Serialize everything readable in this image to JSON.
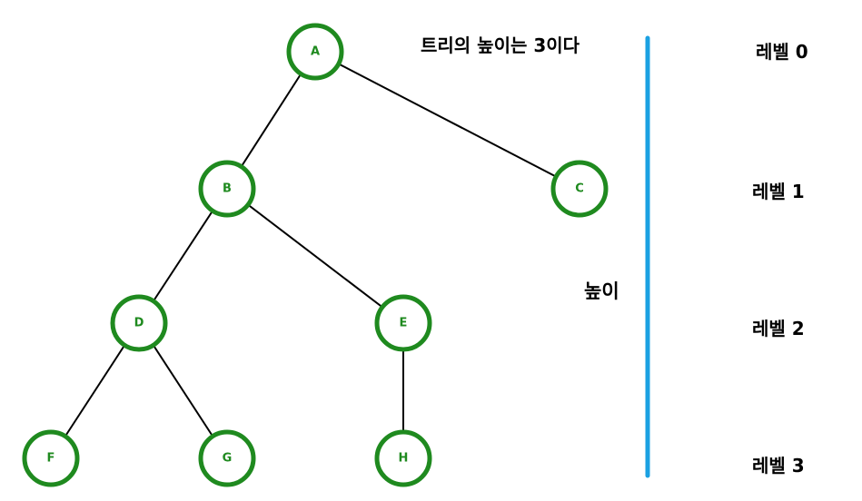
{
  "colors": {
    "node_stroke": "#1f8a1f",
    "node_text": "#1f8a1f",
    "edge": "#000000",
    "height_bar": "#1ba1e2"
  },
  "tree": {
    "nodes": [
      {
        "id": "A",
        "label": "A"
      },
      {
        "id": "B",
        "label": "B"
      },
      {
        "id": "C",
        "label": "C"
      },
      {
        "id": "D",
        "label": "D"
      },
      {
        "id": "E",
        "label": "E"
      },
      {
        "id": "F",
        "label": "F"
      },
      {
        "id": "G",
        "label": "G"
      },
      {
        "id": "H",
        "label": "H"
      }
    ],
    "edges": [
      {
        "from": "A",
        "to": "B"
      },
      {
        "from": "A",
        "to": "C"
      },
      {
        "from": "B",
        "to": "D"
      },
      {
        "from": "B",
        "to": "E"
      },
      {
        "from": "D",
        "to": "F"
      },
      {
        "from": "D",
        "to": "G"
      },
      {
        "from": "E",
        "to": "H"
      }
    ]
  },
  "height_annotation": {
    "title": "트리의 높이는 3이다",
    "label": "높이"
  },
  "levels": [
    {
      "label": "레벨 0"
    },
    {
      "label": "레벨 1"
    },
    {
      "label": "레벨 2"
    },
    {
      "label": "레벨 3"
    }
  ]
}
